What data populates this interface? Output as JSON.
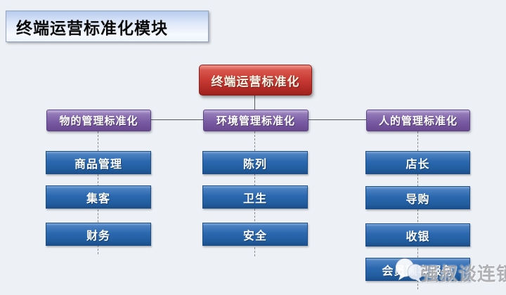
{
  "slide": {
    "title": "终端运营标准化模块",
    "root_label": "终端运营标准化",
    "branches": [
      {
        "label": "物的管理标准化",
        "children": [
          "商品管理",
          "集客",
          "财务"
        ]
      },
      {
        "label": "环境管理标准化",
        "children": [
          "陈列",
          "卫生",
          "安全"
        ]
      },
      {
        "label": "人的管理标准化",
        "children": [
          "店长",
          "导购",
          "收银",
          "会员顾客服务"
        ]
      }
    ],
    "watermark": {
      "text": "强叔谈连锁",
      "icon": "chat-bubbles-logo"
    },
    "colors": {
      "background": "#edf1f6",
      "title_plate": "#dfe9f9",
      "root_box": "#c93b34",
      "branch_box": "#7a5ca4",
      "leaf_box": "#2b67ae",
      "connector": "#595959",
      "watermark_text": "#7d7d82"
    }
  }
}
